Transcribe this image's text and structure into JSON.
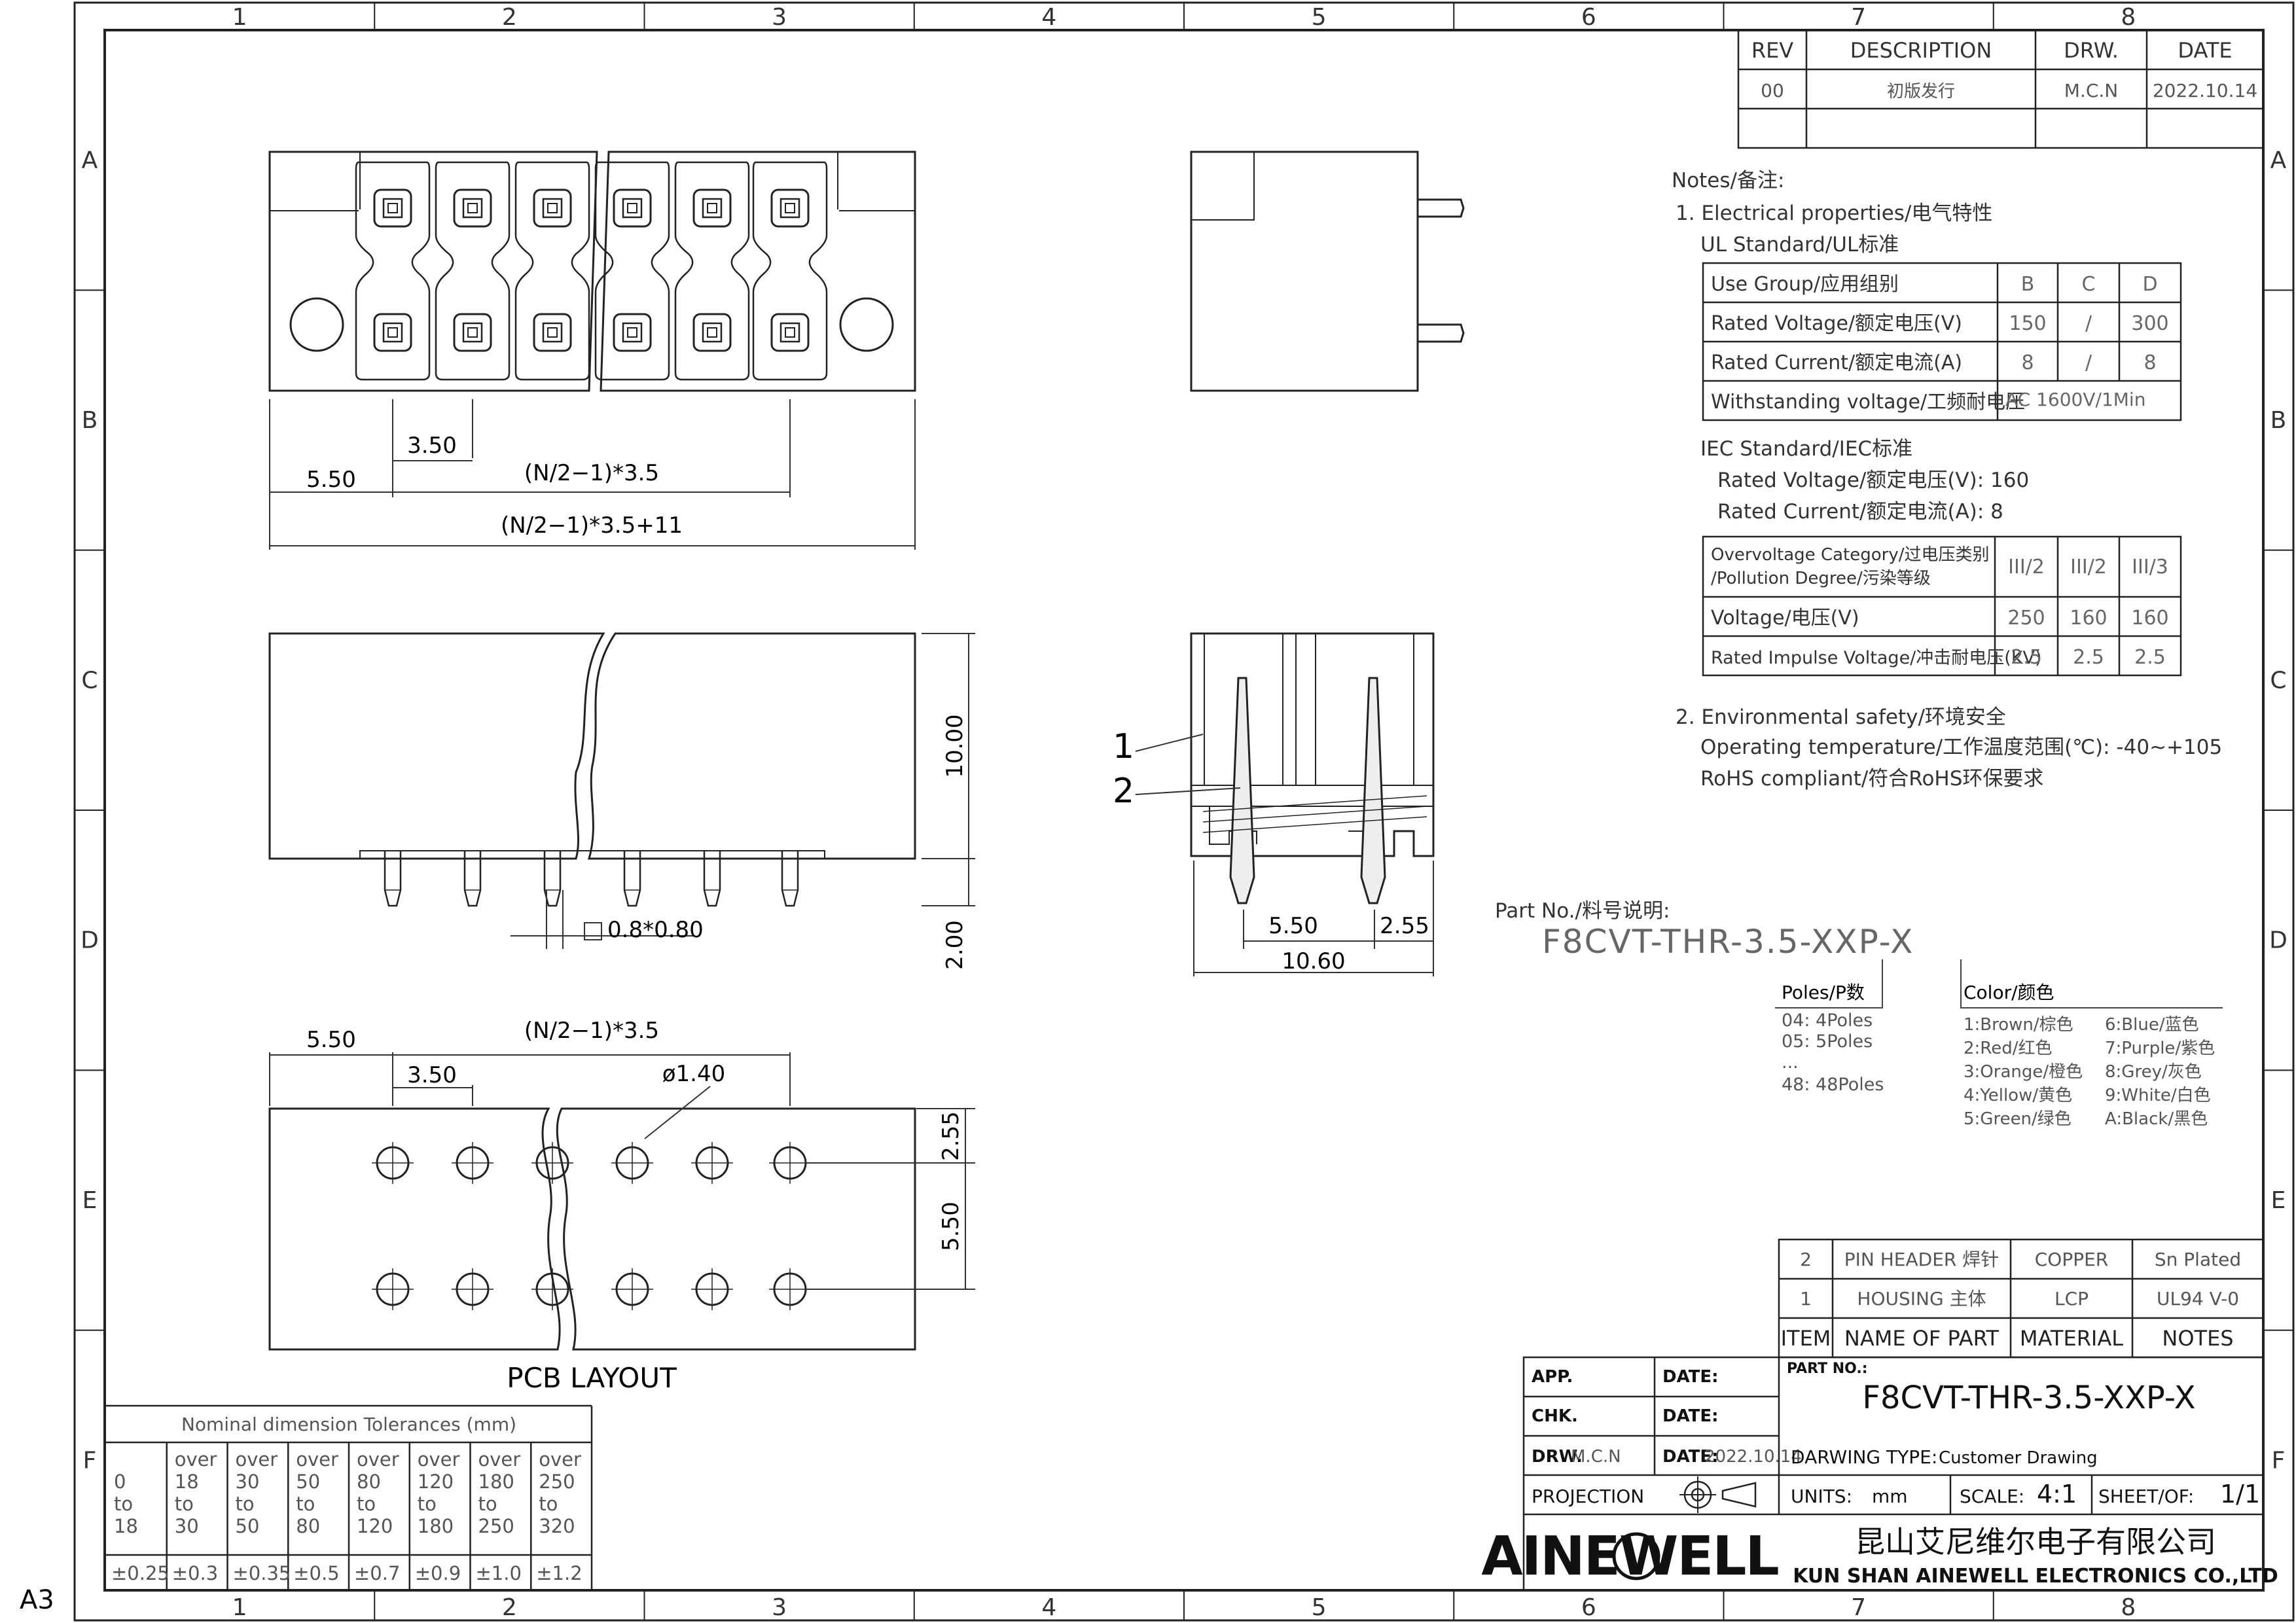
{
  "sheet_size": "A3",
  "grid": {
    "cols": [
      "1",
      "2",
      "3",
      "4",
      "5",
      "6",
      "7",
      "8"
    ],
    "rows": [
      "A",
      "B",
      "C",
      "D",
      "E",
      "F"
    ]
  },
  "revision_table": {
    "headers": [
      "REV",
      "DESCRIPTION",
      "DRW.",
      "DATE"
    ],
    "rows": [
      [
        "00",
        "初版发行",
        "M.C.N",
        "2022.10.14"
      ]
    ]
  },
  "notes": {
    "title": "Notes/备注:",
    "electrical": "1. Electrical properties/电气特性",
    "ul_standard": "UL Standard/UL标准",
    "ul_table": {
      "headers": [
        "Use Group/应用组别",
        "B",
        "C",
        "D"
      ],
      "rows": [
        [
          "Rated Voltage/额定电压(V)",
          "150",
          "/",
          "300"
        ],
        [
          "Rated Current/额定电流(A)",
          "8",
          "/",
          "8"
        ]
      ],
      "withstanding_label": "Withstanding voltage/工频耐电压",
      "withstanding_value": "AC 1600V/1Min"
    },
    "iec_standard": "IEC Standard/IEC标准",
    "iec_voltage": "Rated Voltage/额定电压(V): 160",
    "iec_current": "Rated Current/额定电流(A):  8",
    "iec_table": {
      "header_line1": "Overvoltage Category/过电压类别",
      "header_line2": "/Pollution Degree/污染等级",
      "header_cols": [
        "III/2",
        "III/2",
        "III/3"
      ],
      "rows": [
        [
          "Voltage/电压(V)",
          "250",
          "160",
          "160"
        ],
        [
          "Rated Impulse Voltage/冲击耐电压(KV)",
          "2.5",
          "2.5",
          "2.5"
        ]
      ]
    },
    "environmental": "2. Environmental safety/环境安全",
    "operating_temp": "Operating temperature/工作温度范围(℃):  -40~+105",
    "rohs": "RoHS compliant/符合RoHS环保要求"
  },
  "part_no": {
    "label": "Part No./料号说明:",
    "code": "F8CVT-THR-3.5-XXP-X",
    "poles_title": "Poles/P数",
    "poles": [
      "04: 4Poles",
      "05: 5Poles",
      "...",
      "48: 48Poles"
    ],
    "color_title": "Color/颜色",
    "colors_left": [
      "1:Brown/棕色",
      "2:Red/红色",
      "3:Orange/橙色",
      "4:Yellow/黄色",
      "5:Green/绿色"
    ],
    "colors_right": [
      "6:Blue/蓝色",
      "7:Purple/紫色",
      "8:Grey/灰色",
      "9:White/白色",
      "A:Black/黑色"
    ]
  },
  "dimensions": {
    "top_pitch": "3.50",
    "top_edge": "5.50",
    "top_span": "(N/2−1)*3.5",
    "top_total": "(N/2−1)*3.5+11",
    "front_height": "10.00",
    "front_pin": "2.00",
    "pin_size": "0.8*0.80",
    "side_w1": "5.50",
    "side_w2": "2.55",
    "side_total": "10.60",
    "pcb_edge": "5.50",
    "pcb_span": "(N/2−1)*3.5",
    "pcb_pitch": "3.50",
    "pcb_hole": "ø1.40",
    "pcb_v1": "2.55",
    "pcb_v2": "5.50",
    "callout_1": "1",
    "callout_2": "2"
  },
  "pcb_layout_label": "PCB LAYOUT",
  "tolerances": {
    "title": "Nominal dimension Tolerances (mm)",
    "ranges": [
      [
        "",
        "0",
        "to",
        "18"
      ],
      [
        "over",
        "18",
        "to",
        "30"
      ],
      [
        "over",
        "30",
        "to",
        "50"
      ],
      [
        "over",
        "50",
        "to",
        "80"
      ],
      [
        "over",
        "80",
        "to",
        "120"
      ],
      [
        "over",
        "120",
        "to",
        "180"
      ],
      [
        "over",
        "180",
        "to",
        "250"
      ],
      [
        "over",
        "250",
        "to",
        "320"
      ]
    ],
    "values": [
      "±0.25",
      "±0.3",
      "±0.35",
      "±0.5",
      "±0.7",
      "±0.9",
      "±1.0",
      "±1.2"
    ]
  },
  "bom": {
    "rows": [
      [
        "2",
        "PIN HEADER 焊针",
        "COPPER",
        "Sn Plated"
      ],
      [
        "1",
        "HOUSING 主体",
        "LCP",
        "UL94 V-0"
      ]
    ],
    "headers": [
      "ITEM",
      "NAME OF PART",
      "MATERIAL",
      "NOTES"
    ]
  },
  "title_block": {
    "app": "APP.",
    "chk": "CHK.",
    "drw_label": "DRW.",
    "drw_value": "M.C.N",
    "date_label": "DATE:",
    "date_value": "2022.10.14",
    "projection": "PROJECTION",
    "part_no_label": "PART NO.:",
    "part_no": "F8CVT-THR-3.5-XXP-X",
    "drawing_type_label": "DARWING TYPE:",
    "drawing_type": "Customer Drawing",
    "units_label": "UNITS:",
    "units": "mm",
    "scale_label": "SCALE:",
    "scale": "4:1",
    "sheet_label": "SHEET/OF:",
    "sheet": "1/1",
    "logo": "AINEWELL",
    "company_cn": "昆山艾尼维尔电子有限公司",
    "company_en": "KUN SHAN AINEWELL ELECTRONICS CO.,LTD"
  }
}
